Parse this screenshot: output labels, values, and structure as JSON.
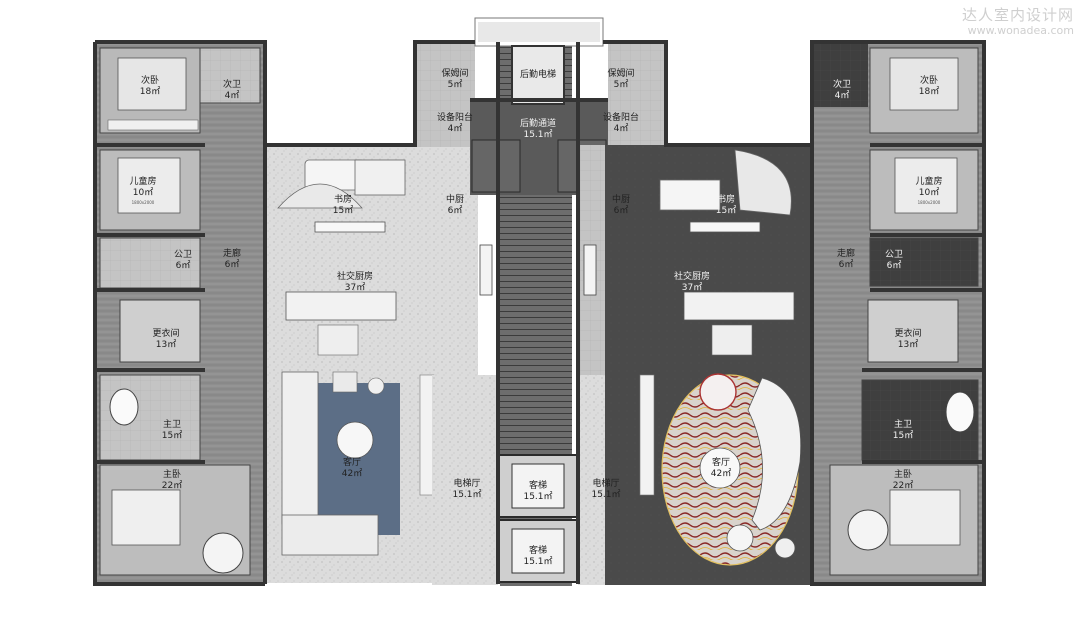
{
  "watermark": {
    "title": "达人室内设计网",
    "url": "www.wonadea.com"
  },
  "rooms": {
    "left_bed2": "次卧",
    "left_bed2_area": "18㎡",
    "left_bath2": "次卫",
    "left_bath2_area": "4㎡",
    "left_kids": "儿童房",
    "left_kids_area": "10㎡",
    "left_kids_bed": "1800x2000",
    "left_study": "书房",
    "left_study_area": "15㎡",
    "left_nanny": "保姆间",
    "left_nanny_area": "5㎡",
    "left_equip": "设备阳台",
    "left_equip_area": "4㎡",
    "left_kitchen": "中厨",
    "left_kitchen_area": "6㎡",
    "left_social": "社交厨房",
    "left_social_area": "37㎡",
    "left_corridor": "走廊",
    "left_corridor_area": "6㎡",
    "left_wc": "公卫",
    "left_wc_area": "6㎡",
    "left_closet": "更衣间",
    "left_closet_area": "13㎡",
    "left_master_bath": "主卫",
    "left_master_bath_area": "15㎡",
    "left_master": "主卧",
    "left_master_area": "22㎡",
    "left_living": "客厅",
    "left_living_area": "42㎡",
    "left_lobby": "电梯厅",
    "left_lobby_area": "15.1㎡",
    "service_lift": "后勤电梯",
    "service_corridor": "后勤通道",
    "service_corridor_area": "15.1㎡",
    "lift1": "客梯",
    "lift1_area": "15.1㎡",
    "lift2": "客梯",
    "lift2_area": "15.1㎡",
    "right_nanny": "保姆间",
    "right_nanny_area": "5㎡",
    "right_equip": "设备阳台",
    "right_equip_area": "4㎡",
    "right_kitchen": "中厨",
    "right_kitchen_area": "6㎡",
    "right_study": "书房",
    "right_study_area": "15㎡",
    "right_social": "社交厨房",
    "right_social_area": "37㎡",
    "right_living": "客厅",
    "right_living_area": "42㎡",
    "right_lobby": "电梯厅",
    "right_lobby_area": "15.1㎡",
    "right_bed2": "次卧",
    "right_bed2_area": "18㎡",
    "right_bath2": "次卫",
    "right_bath2_area": "4㎡",
    "right_kids": "儿童房",
    "right_kids_area": "10㎡",
    "right_kids_bed": "1800x2000",
    "right_corridor": "走廊",
    "right_corridor_area": "6㎡",
    "right_wc": "公卫",
    "right_wc_area": "6㎡",
    "right_closet": "更衣间",
    "right_closet_area": "13㎡",
    "right_master_bath": "主卫",
    "right_master_bath_area": "15㎡",
    "right_master": "主卧",
    "right_master_area": "22㎡"
  },
  "colors": {
    "wall": "#3a3a3a",
    "wood_floor": "#8f8f8f",
    "terrazzo": "#d9d9d9",
    "dark_floor": "#474747",
    "core": "#5b5b5b",
    "stair": "#6f6f6f",
    "rug_blue": "#5c6e86",
    "rug_pattern": "#c8463a"
  }
}
